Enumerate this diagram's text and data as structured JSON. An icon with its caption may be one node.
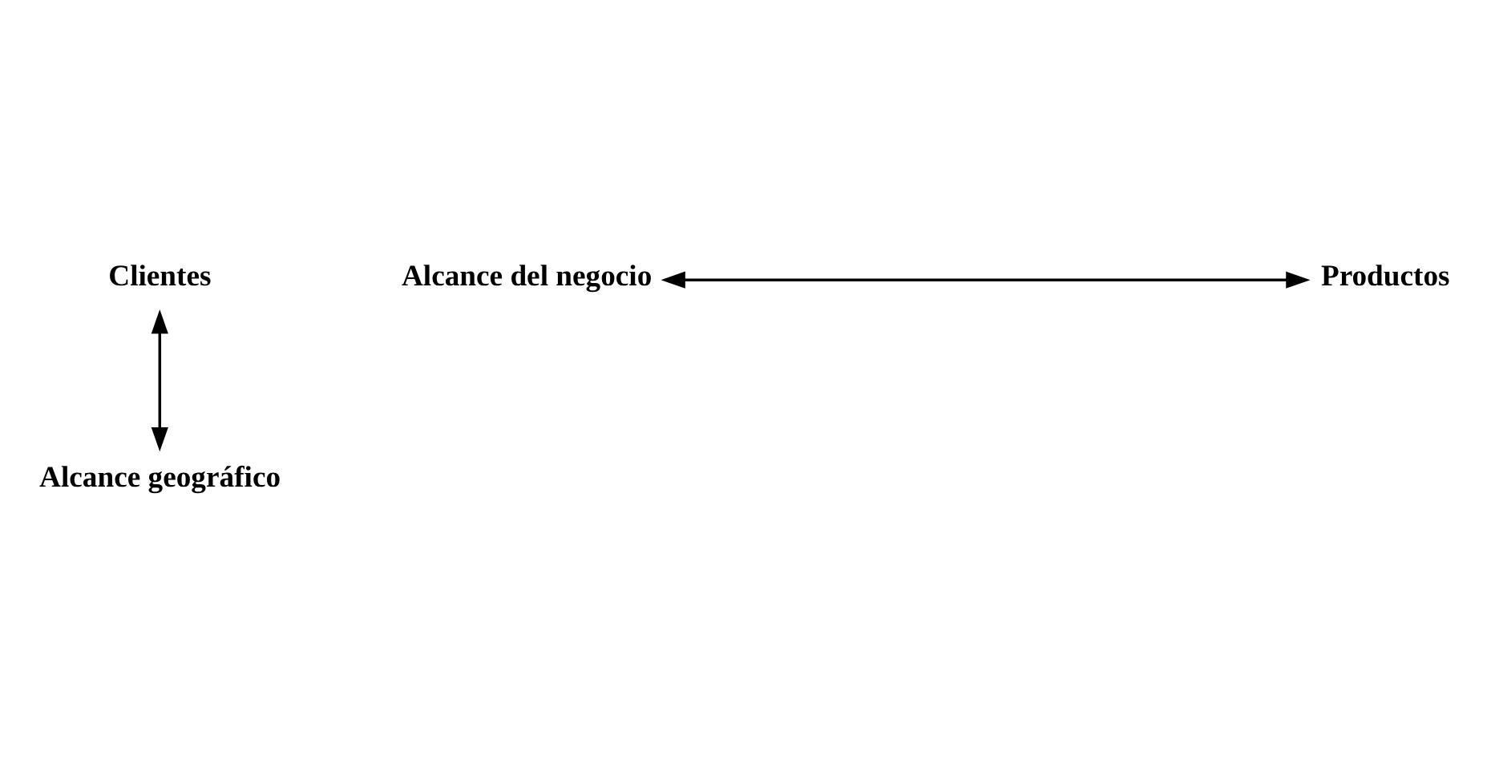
{
  "diagram": {
    "nodes": [
      {
        "text": [
          "Clientes"
        ]
      },
      {
        "text": [
          "Alcance del negocio"
        ]
      },
      {
        "text": [
          "Productos"
        ]
      },
      {
        "text": [
          "Alcance geográfico"
        ]
      }
    ],
    "edges": [
      {
        "from": 1,
        "to": 2,
        "arrow": "both"
      },
      {
        "from": 0,
        "to": 3,
        "arrow": "both"
      }
    ]
  }
}
